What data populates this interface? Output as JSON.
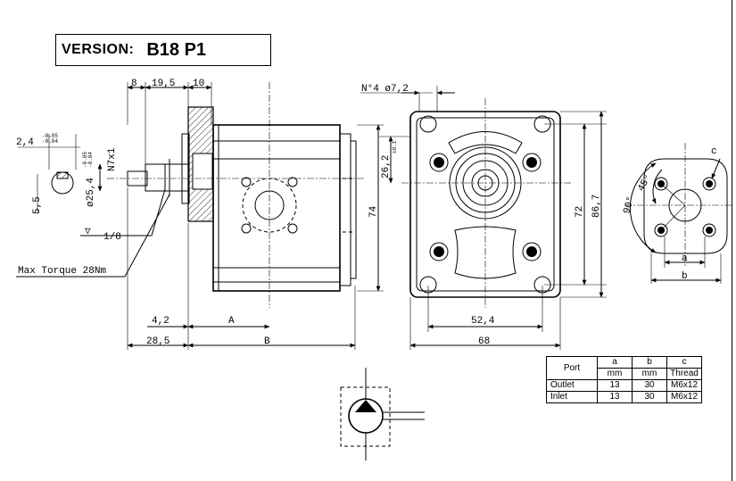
{
  "version": {
    "label": "VERSION:",
    "value": "B18 P1"
  },
  "side_view": {
    "dim_8": "8",
    "dim_19_5": "19,5",
    "dim_10": "10",
    "dim_2_4": "2,4",
    "dim_2_4_tol_upper": "-0.05",
    "dim_2_4_tol_lower": "-0.04",
    "dim_5_5": "5,5",
    "dim_n7x1": "N7x1",
    "dim_diam_25_4": "ø25,4",
    "dim_diam_tol_upper": "-0.05",
    "dim_diam_tol_lower": "-0.04",
    "dim_1_8": "1/8",
    "max_torque": "Max Torque 28Nm",
    "dim_4_2": "4,2",
    "dim_a": "A",
    "dim_28_5": "28,5",
    "dim_b": "B",
    "dim_74": "74"
  },
  "front_view": {
    "holes": "N°4 ø7,2",
    "dim_26_2": "26,2",
    "dim_26_2_tol": "±0.1",
    "dim_72": "72",
    "dim_86_7": "86,7",
    "dim_52_4": "52,4",
    "dim_68": "68"
  },
  "port_view": {
    "dim_c": "c",
    "dim_45": "45°",
    "dim_90": "90°",
    "dim_a": "a",
    "dim_b": "b"
  },
  "port_table": {
    "header": [
      "Port",
      "a",
      "b",
      "c"
    ],
    "units": [
      "mm",
      "mm",
      "Thread"
    ],
    "rows": [
      {
        "port": "Outlet",
        "a": "13",
        "b": "30",
        "c": "M6x12"
      },
      {
        "port": "Inlet",
        "a": "13",
        "b": "30",
        "c": "M6x12"
      }
    ]
  }
}
